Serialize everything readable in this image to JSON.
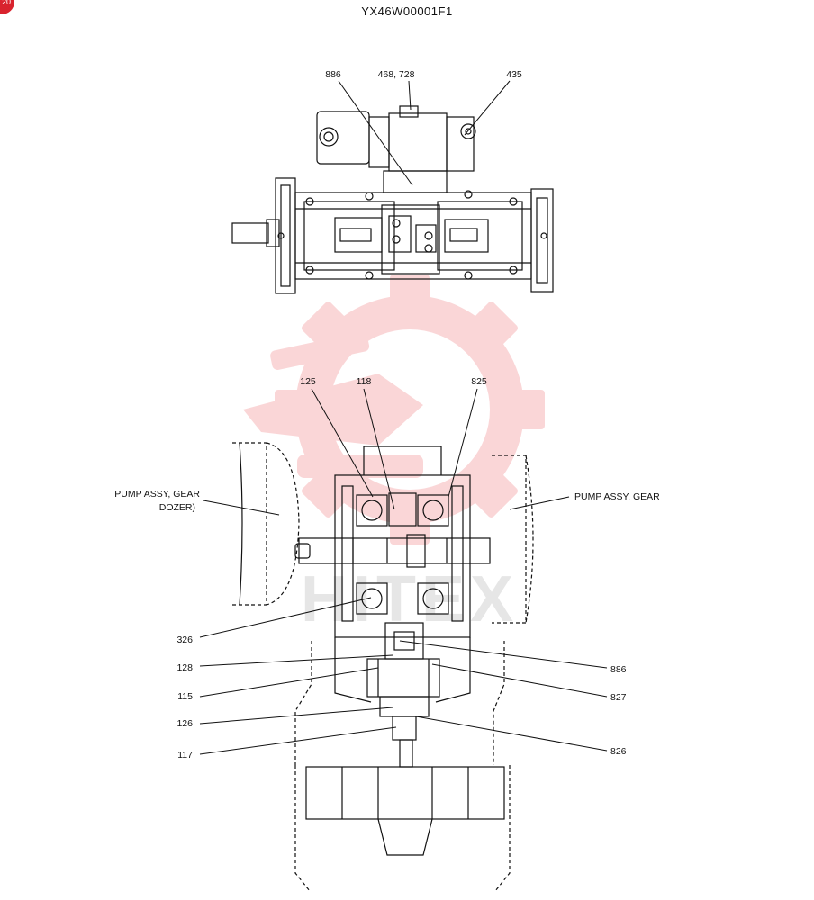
{
  "badge": "20",
  "document_code": "YX46W00001F1",
  "watermark_text": "HITEX",
  "watermark_color": "#e94a4f",
  "callouts": [
    {
      "id": "c886_top",
      "text": "886"
    },
    {
      "id": "c468",
      "text": "468, 728"
    },
    {
      "id": "c435",
      "text": "435"
    },
    {
      "id": "c125",
      "text": "125"
    },
    {
      "id": "c118",
      "text": "118"
    },
    {
      "id": "c825",
      "text": "825"
    },
    {
      "id": "c326",
      "text": "326"
    },
    {
      "id": "c128",
      "text": "128"
    },
    {
      "id": "c115",
      "text": "115"
    },
    {
      "id": "c126",
      "text": "126"
    },
    {
      "id": "c117",
      "text": "117"
    },
    {
      "id": "c886_bot",
      "text": "886"
    },
    {
      "id": "c827",
      "text": "827"
    },
    {
      "id": "c826",
      "text": "826"
    }
  ],
  "pump_left": {
    "line1": "PUMP ASSY, GEAR",
    "line2": "DOZER)"
  },
  "pump_right": "PUMP ASSY, GEAR"
}
